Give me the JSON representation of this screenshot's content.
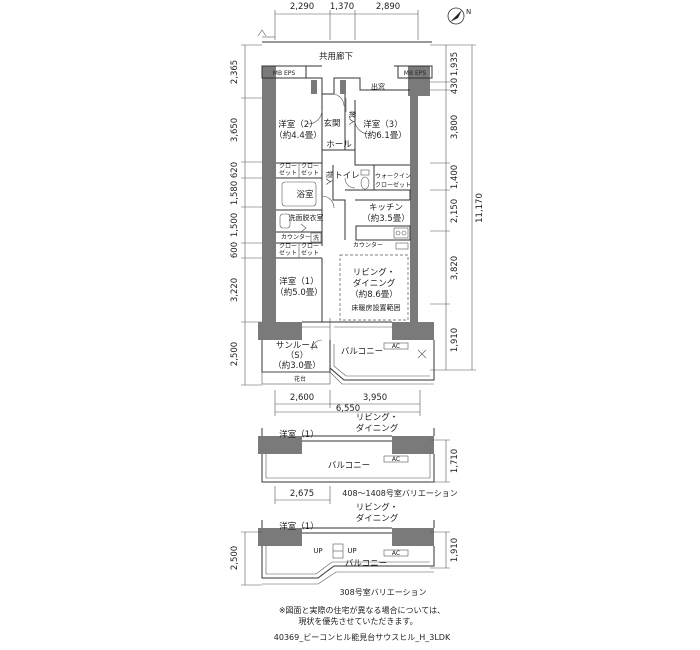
{
  "dims": {
    "top": [
      "2,290",
      "1,370",
      "2,890"
    ],
    "left": [
      "2,365",
      "3,650",
      "620",
      "1,580",
      "1,500",
      "600",
      "3,220",
      "2,500"
    ],
    "right": [
      "1,935",
      "430",
      "3,800",
      "1,400",
      "2,150",
      "3,820",
      "1,910"
    ],
    "right_total": "11,170",
    "bottom": [
      "2,600",
      "3,950"
    ],
    "bottom_total": "6,550",
    "var1_width": "2,675",
    "var1_right": "1,710",
    "var2_left": "2,500",
    "var2_right": "1,910"
  },
  "rooms": {
    "corridor": "共用廊下",
    "mbeps_left": "MB EPS",
    "mbeps_right": "MB EPS",
    "entry_window": "出窓",
    "genkan": "玄関",
    "shoe": "靴入",
    "hall": "ホール",
    "western2_name": "洋室（2）",
    "western2_size": "（約4.4畳）",
    "western3_name": "洋室（3）",
    "western3_size": "（約6.1畳）",
    "closet_a": "クロー\nゼット",
    "storage": "物入",
    "toilet": "トイレ",
    "walkin": "ウォークイン\nクローゼット",
    "bath": "浴室",
    "washroom": "洗面脱衣室",
    "counter1": "カウンター",
    "wash": "洗",
    "kitchen_name": "キッチン",
    "kitchen_size": "（約3.5畳）",
    "counter2": "カウンター",
    "living_name": "リビング・",
    "dining_name": "ダイニング",
    "living_size": "（約8.6畳）",
    "floor_heating": "床暖房設置範囲",
    "western1_name": "洋室（1）",
    "western1_size": "（約5.0畳）",
    "sunroom_name": "サンルーム",
    "sunroom_s": "（S）",
    "sunroom_size": "（約3.0畳）",
    "balcony": "バルコニー",
    "flowerbed": "花台",
    "ac": "AC",
    "closet_b": "クロー\nゼット"
  },
  "variation1": {
    "western1": "洋室（1）",
    "living": "リビング・",
    "dining": "ダイニング",
    "balcony": "バルコニー",
    "caption": "408～1408号室バリエーション"
  },
  "variation2": {
    "western1": "洋室（1）",
    "living": "リビング・",
    "dining": "ダイニング",
    "balcony": "バルコニー",
    "up1": "UP",
    "up2": "UP",
    "caption": "308号室バリエーション"
  },
  "notes": {
    "line1": "※図面と実際の住宅が異なる場合については、",
    "line2": "現状を優先させていただきます。",
    "file_id": "40369_ビーコンヒル能見台サウスヒル_H_3LDK"
  },
  "north": "N"
}
